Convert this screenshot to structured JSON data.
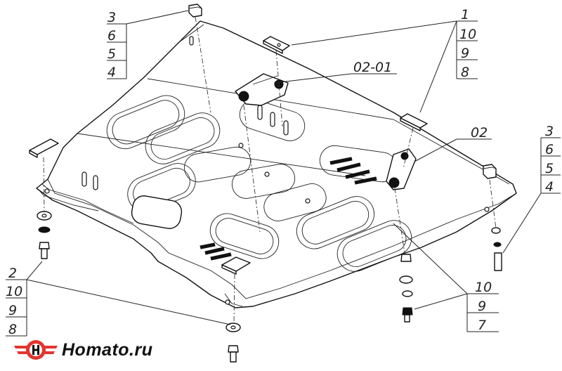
{
  "brand": {
    "name": "Homato.ru",
    "colors": {
      "primary": "#e3342f",
      "text": "#111111"
    }
  },
  "callouts": {
    "top_left": [
      "3",
      "6",
      "5",
      "4"
    ],
    "top_right": [
      "1",
      "10",
      "9",
      "8"
    ],
    "bracket_top": "02-01",
    "bracket_right": "02",
    "right": [
      "3",
      "6",
      "5",
      "4"
    ],
    "bottom_left": [
      "2",
      "10",
      "9",
      "8"
    ],
    "bottom_right": [
      "10",
      "9",
      "7"
    ]
  }
}
